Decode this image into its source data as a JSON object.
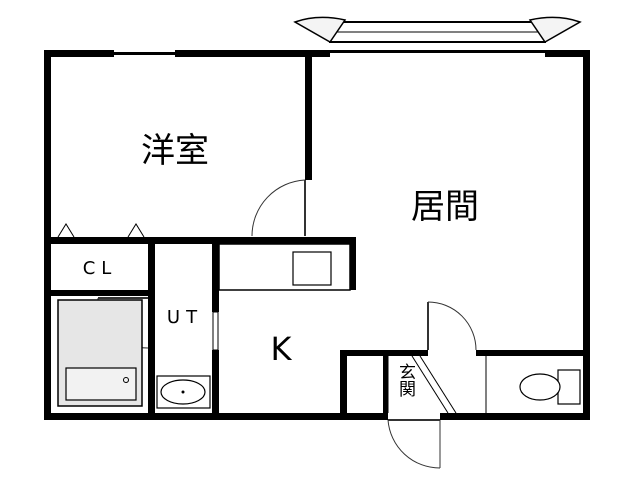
{
  "rooms": {
    "western_room": "洋室",
    "living_room": "居間",
    "kitchen": "K",
    "closet": "CL",
    "utility": "UT",
    "entrance": "玄関"
  },
  "colors": {
    "wall": "#000000",
    "background": "#ffffff",
    "fixture_fill": "#e6e6e6",
    "door_line": "#333333"
  }
}
